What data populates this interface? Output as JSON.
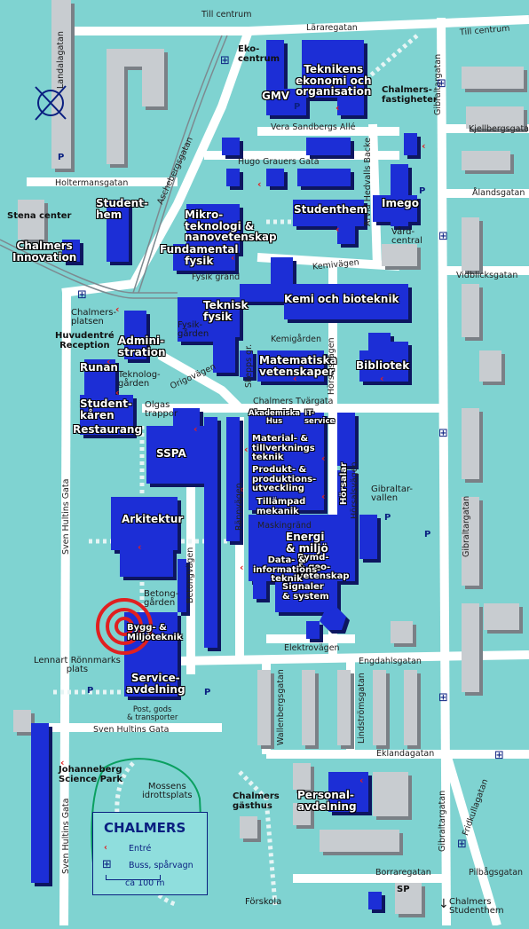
{
  "streets": {
    "till_centrum_top": "Till centrum",
    "till_centrum_right": "Till centrum",
    "lararegatan": "Läraregatan",
    "vera_sandbergs": "Vera Sandbergs Allé",
    "hugo_grauers": "Hugo Grauers Gata",
    "holtermansgatan": "Holtermansgatan",
    "landalagatan": "Landalagatan",
    "aschebergsgatan": "Aschebergsgatan",
    "kjellbergsgatan": "Kjellbergsgatan",
    "alandsgatan": "Ålandsgatan",
    "vidblicksgatan": "Vidblicksgatan",
    "arvid_hedvalls": "Arvid Hedvalls Backe",
    "gibraltargatan_top": "Gibraltargatan",
    "gibraltargatan_mid": "Gibraltargatan",
    "gibraltargatan_bottom": "Gibraltargatan",
    "kemivagen": "Kemivägen",
    "fysikgrand": "Fysik gränd",
    "kemigarden": "Kemigården",
    "hoersalsvagen_top": "Hörsalsvägen",
    "skepps_gr": "Skepps gr.",
    "origovagen": "Origovägen",
    "chalmers_tvargata": "Chalmers Tvärgata",
    "rannvagen": "Rännvägen",
    "maskingrand": "Maskingränd",
    "hoersalsvagen_mid": "Hörsalsvägen",
    "betongvagen": "Betongvägen",
    "elektrovagen": "Elektrovägen",
    "engdahlsgatan": "Engdahlsgatan",
    "sven_hultins_gata_left": "Sven Hultins Gata",
    "sven_hultins_gata_bottom": "Sven Hultins Gata",
    "sven_hultins_gata_left2": "Sven Hultins Gata",
    "wallenbergsgatan": "Wallenbergsgatan",
    "lindstromsgatan": "Lindströmsgatan",
    "eklandagatan": "Eklandagatan",
    "fridkullagatan": "Fridkullagatan",
    "borraregatan": "Borraregatan",
    "pilbagsgatan": "Pilbågsgatan"
  },
  "places": {
    "chalmersplatsen": "Chalmers-\nplatsen",
    "fysikgarden": "Fysik-\ngården",
    "teknologgarden": "Teknolog-\ngården",
    "olgas_trappor": "Olgas\ntrappor",
    "betonggarden": "Betong-\ngården",
    "lennart_ronnmarks": "Lennart Rönnmarks\nplats",
    "post": "Post, gods\n& transporter",
    "mossens": "Mossens\nidrottsplats",
    "gibraltarvallen": "Gibraltar-\nvallen",
    "vardcentral": "Vård-\ncentral",
    "forskola": "Förskola",
    "chalmers_studenthem": "Chalmers\nStudenthem"
  },
  "buildings": {
    "ekocentrum": "Eko-\ncentrum",
    "teknikens_ekonomi": "Teknikens\nekonomi och\norganisation",
    "gmv": "GMV",
    "chalmersfastigheter": "Chalmers-\nfastigheter",
    "studenthem_left": "Student-\nhem",
    "stena_center": "Stena center",
    "chalmers_innovation": "Chalmers\nInnovation",
    "mikroteknologi": "Mikro-\nteknologi &\nnanovetenskap",
    "fundamental_fysik": "Fundamental\nfysik",
    "studenthem_right": "Studenthem",
    "imego": "Imego",
    "kemi_bioteknik": "Kemi och bioteknik",
    "teknisk_fysik": "Teknisk\nfysik",
    "huvudentre": "Huvudentré\nReception",
    "administration": "Admini-\nstration",
    "runan": "Runan",
    "matematiska": "Matematiska\nvetenskaper",
    "bibliotek": "Bibliotek",
    "studentkaren": "Student-\nkåren",
    "restaurang": "Restaurang",
    "akademiska_hus": "Akademiska\nHus",
    "it_service": "IT-\nservice",
    "material": "Material- &\ntillverknings\nteknik",
    "sspa": "SSPA",
    "produkt": "Produkt- &\nproduktions-\nutveckling",
    "tillampad_mekanik": "Tillämpad\nmekanik",
    "horsalar": "Hörsalar",
    "arkitektur": "Arkitektur",
    "energi_miljo": "Energi\n& miljö",
    "rymd": "Rymd-\n& geo-\nvetenskap",
    "data_info": "Data- &\ninformations-\nteknik",
    "signaler": "Signaler\n& system",
    "bygg_miljo": "Bygg- &\nMiljöteknik",
    "service": "Service-\navdelning",
    "johanneberg": "Johanneberg\nScience Park",
    "personalavdelning": "Personal-\navdelning",
    "gasthus": "Chalmers\ngästhus",
    "sp": "SP"
  },
  "legend": {
    "title": "CHALMERS",
    "entrance": "Entré",
    "transit": "Buss, spårvagn",
    "scale": "ca 100 m"
  },
  "parking_label": "P",
  "colors": {
    "background": "#7fd3d1",
    "road": "#ffffff",
    "building": "#1a2fd6",
    "building_dark": "#0a1c8a",
    "other_building": "#c8ccd0",
    "entrance_marker": "#e02020",
    "target_marker": "#e02020"
  },
  "icons": {
    "compass": "compass-rose-icon",
    "transit": "bus-tram-stop-icon",
    "entrance": "red-arrow-entrance-icon",
    "location": "red-target-circles-icon"
  }
}
